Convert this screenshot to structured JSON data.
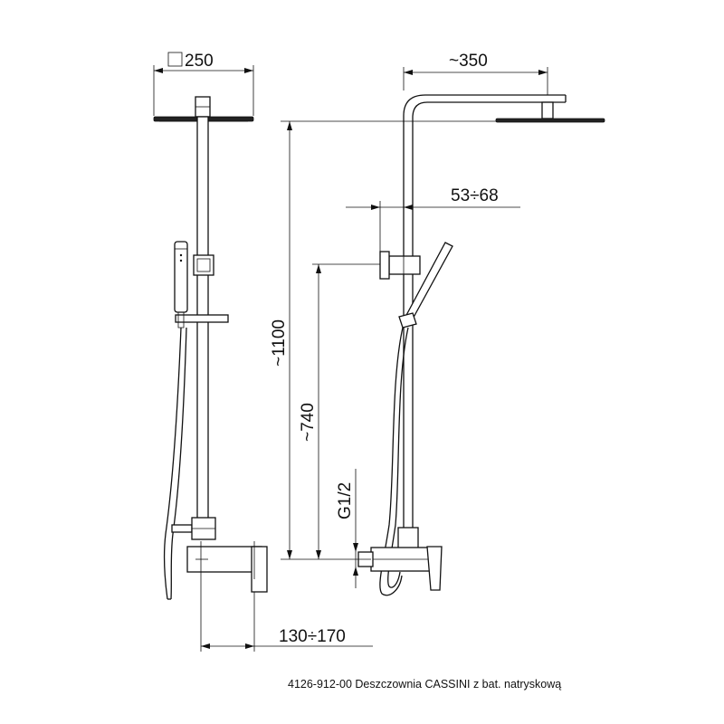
{
  "dimensions": {
    "head_size": "250",
    "arm_length": "~350",
    "rail_offset": "53÷68",
    "total_height": "~1100",
    "mount_height": "~740",
    "thread": "G1/2",
    "spacing": "130÷170"
  },
  "caption": "4126-912-00 Deszczownia CASSINI z bat. natryskową"
}
